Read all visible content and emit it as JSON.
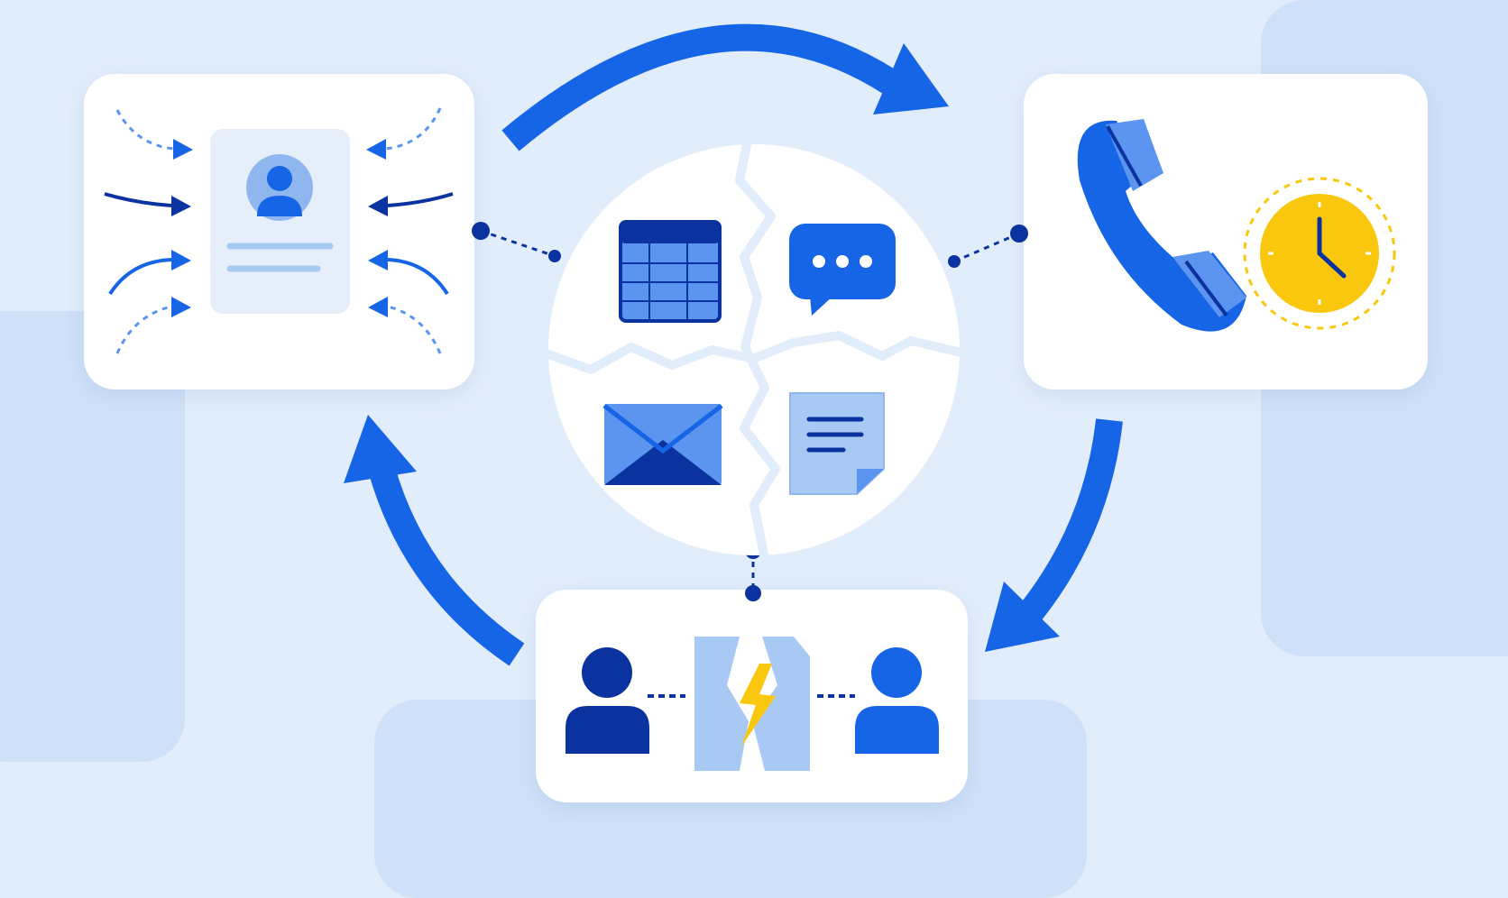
{
  "diagram": {
    "nodes": [
      {
        "id": "customer-profile",
        "icon": "user-profile-icon",
        "incoming_arrows": 8
      },
      {
        "id": "phone-call",
        "icon": "phone-icon",
        "badge": "clock-icon"
      },
      {
        "id": "broken-handoff",
        "icon": "people-disconnected-icon",
        "badge": "lightning-icon"
      },
      {
        "id": "fragmented-data-hub",
        "icons": [
          "spreadsheet-icon",
          "chat-bubble-icon",
          "email-icon",
          "note-icon"
        ]
      }
    ],
    "cycle": [
      "customer-profile",
      "phone-call",
      "broken-handoff",
      "customer-profile"
    ],
    "connectors": [
      {
        "from": "customer-profile",
        "to": "fragmented-data-hub",
        "style": "dotted"
      },
      {
        "from": "phone-call",
        "to": "fragmented-data-hub",
        "style": "dotted"
      },
      {
        "from": "broken-handoff",
        "to": "fragmented-data-hub",
        "style": "dotted"
      }
    ]
  },
  "colors": {
    "background": "#e2edfb",
    "primary_blue": "#1565e6",
    "dark_blue": "#0a33a0",
    "light_blue": "#a9c9f5",
    "accent_yellow": "#f9c80e"
  }
}
